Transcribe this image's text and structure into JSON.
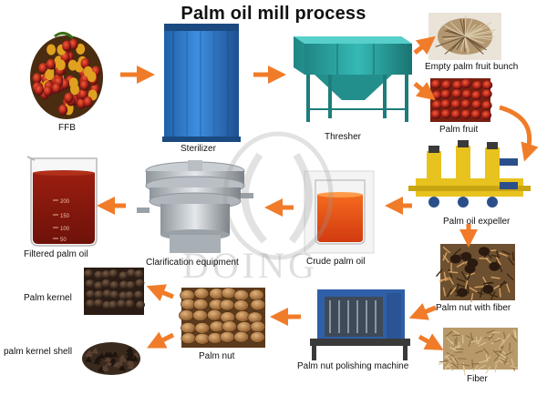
{
  "title": "Palm oil mill process",
  "watermark": "DOING",
  "colors": {
    "arrow": "#f07c2a",
    "oil": "#c4321a",
    "machine_blue": "#2f78c4",
    "machine_teal": "#2aa2a0",
    "expeller_yellow": "#e8c21f"
  },
  "nodes": {
    "ffb": {
      "label": "FFB",
      "icon": "palm-fruit-bunch"
    },
    "sterilizer": {
      "label": "Sterilizer",
      "icon": "sterilizer-tank"
    },
    "thresher": {
      "label": "Thresher",
      "icon": "thresher-machine"
    },
    "empty_bunch": {
      "label": "Empty palm fruit  bunch",
      "icon": "empty-bunch"
    },
    "palm_fruit": {
      "label": "Palm fruit",
      "icon": "palm-fruits"
    },
    "expeller": {
      "label": "Palm oil expeller",
      "icon": "screw-press"
    },
    "crude_oil": {
      "label": "Crude palm oil",
      "icon": "oil-beaker"
    },
    "clarification": {
      "label": "Clarification equipment",
      "icon": "vibrating-sieve"
    },
    "filtered_oil": {
      "label": "Filtered palm oil",
      "icon": "oil-beaker"
    },
    "nut_fiber": {
      "label": "Palm nut with fiber",
      "icon": "nut-fiber"
    },
    "polisher": {
      "label": "Palm nut polishing machine",
      "icon": "polishing-drum"
    },
    "fiber": {
      "label": "Fiber",
      "icon": "fiber-pile"
    },
    "palm_nut": {
      "label": "Palm nut",
      "icon": "palm-nuts"
    },
    "kernel": {
      "label": "Palm kernel",
      "icon": "kernels"
    },
    "kernel_shell": {
      "label": "palm kernel shell",
      "icon": "shell-pile"
    }
  },
  "beaker_scale": [
    "200",
    "150",
    "100",
    "50"
  ]
}
